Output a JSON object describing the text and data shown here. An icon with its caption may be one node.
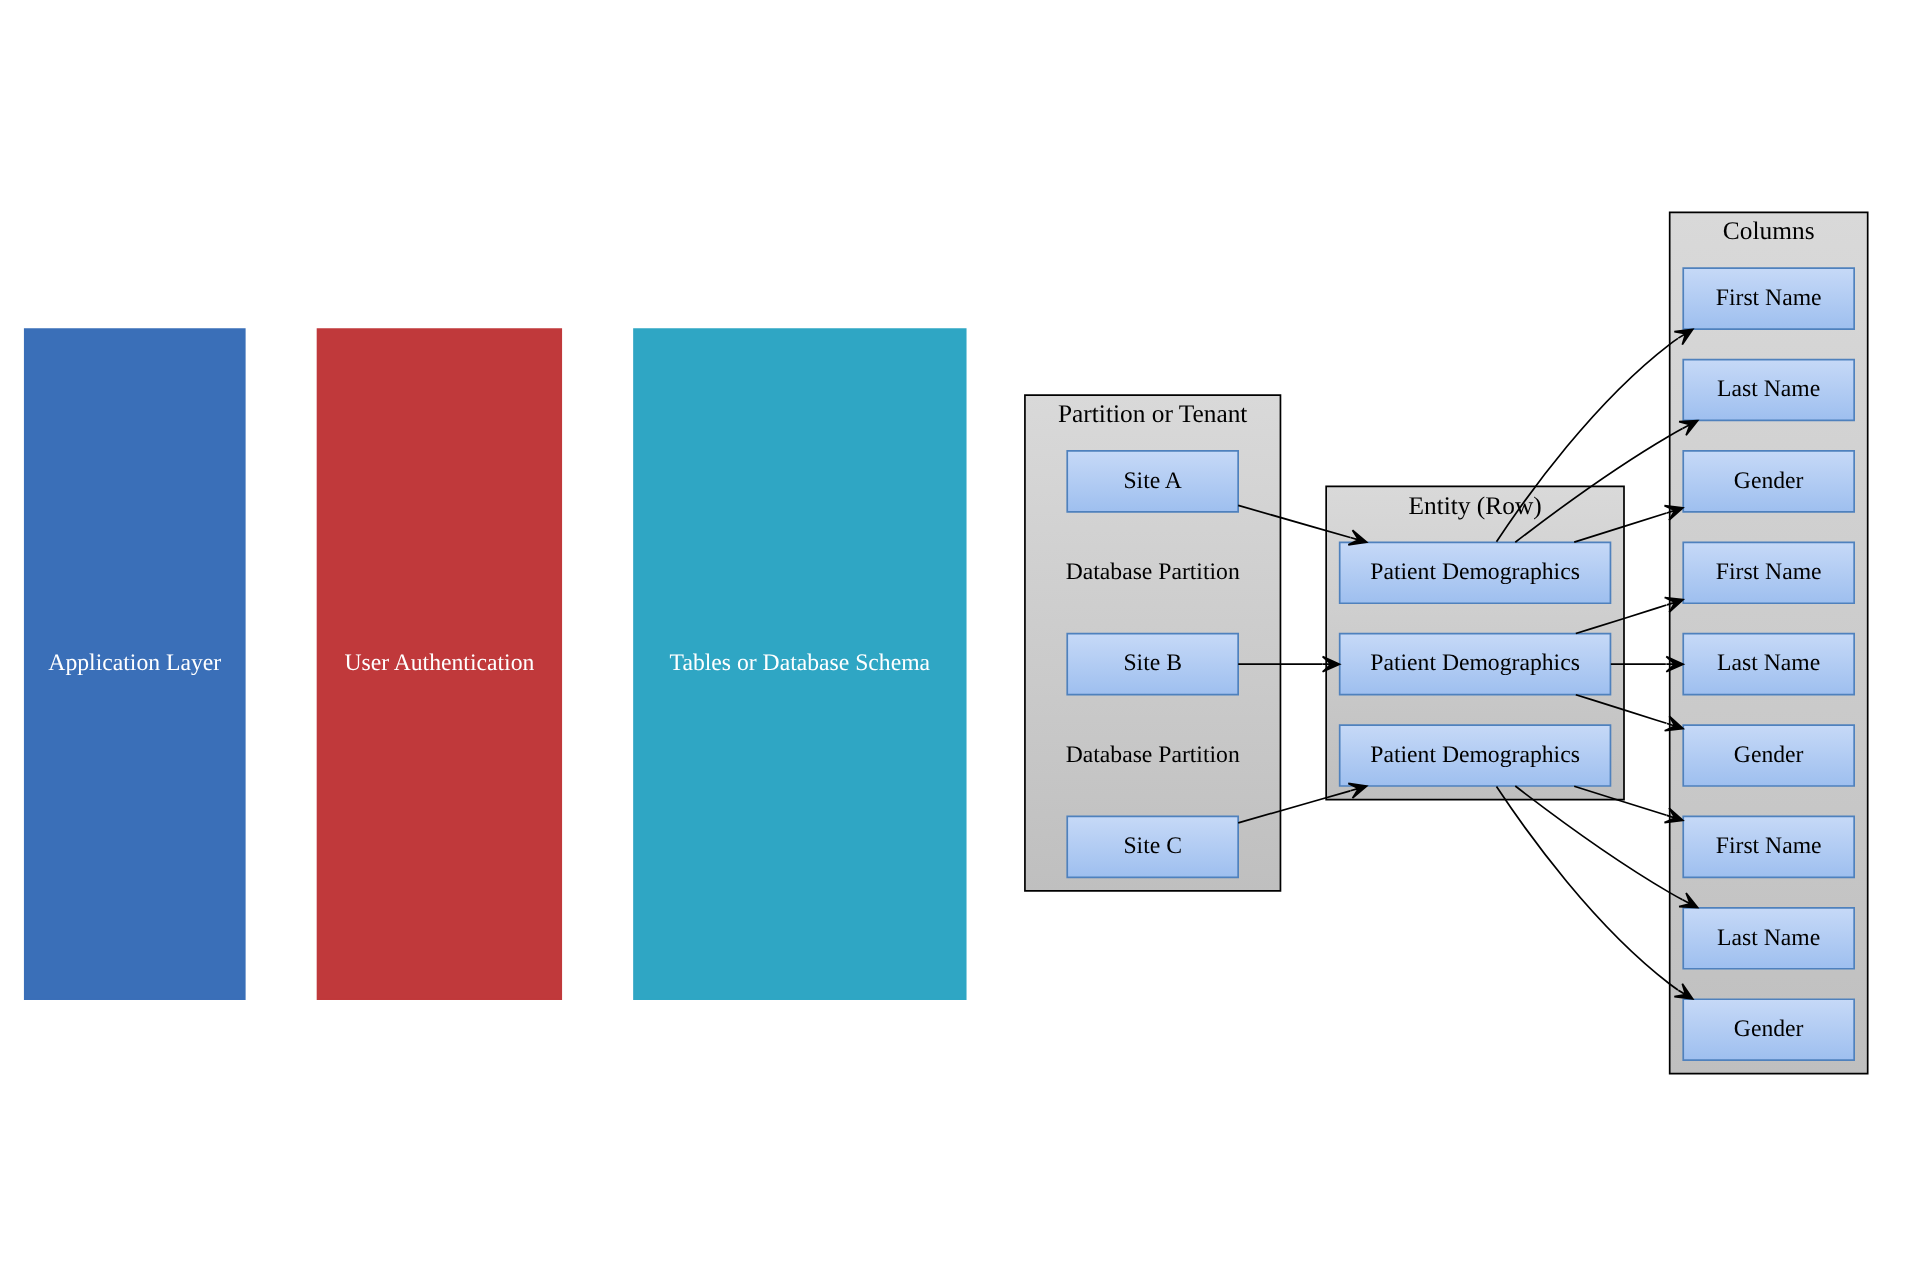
{
  "diagram": {
    "nodes": [
      {
        "text": [
          "Application Layer"
        ]
      },
      {
        "text": [
          "User Authentication"
        ]
      },
      {
        "text": [
          "Tables or Database Schema"
        ]
      },
      {
        "text": [
          "Partition or Tenant"
        ]
      },
      {
        "text": [
          "Entity (Row)"
        ]
      },
      {
        "text": [
          "Columns"
        ]
      },
      {
        "text": [
          "Site A"
        ],
        "in": 3
      },
      {
        "text": [
          "Patient Demographics"
        ],
        "in": 4
      },
      {
        "text": [
          "First Name"
        ],
        "in": 5
      },
      {
        "text": [
          "Last Name"
        ],
        "in": 5
      },
      {
        "text": [
          "Gender"
        ],
        "in": 5
      },
      {
        "text": [
          "Site B"
        ],
        "in": 3
      },
      {
        "text": [
          "Patient Demographics"
        ],
        "in": 4
      },
      {
        "text": [
          "First Name"
        ],
        "in": 5
      },
      {
        "text": [
          "Last Name"
        ],
        "in": 5
      },
      {
        "text": [
          "Gender"
        ],
        "in": 5
      },
      {
        "text": [
          "Site C"
        ],
        "in": 3
      },
      {
        "text": [
          "Patient Demographics"
        ],
        "in": 4
      },
      {
        "text": [
          "First Name"
        ],
        "in": 5
      },
      {
        "text": [
          "Last Name"
        ],
        "in": 5
      },
      {
        "text": [
          "Gender"
        ],
        "in": 5
      }
    ],
    "edges": [
      {
        "from": 6,
        "to": 7,
        "arrow": "to"
      },
      {
        "from": 7,
        "to": 8,
        "arrow": "to"
      },
      {
        "from": 7,
        "to": 9,
        "arrow": "to"
      },
      {
        "from": 7,
        "to": 10,
        "arrow": "to"
      },
      {
        "from": 11,
        "to": 12,
        "arrow": "to"
      },
      {
        "from": 12,
        "to": 13,
        "arrow": "to"
      },
      {
        "from": 12,
        "to": 14,
        "arrow": "to"
      },
      {
        "from": 12,
        "to": 15,
        "arrow": "to"
      },
      {
        "from": 16,
        "to": 17,
        "arrow": "to"
      },
      {
        "from": 17,
        "to": 18,
        "arrow": "to"
      },
      {
        "from": 17,
        "to": 19,
        "arrow": "to"
      },
      {
        "from": 17,
        "to": 20,
        "arrow": "to"
      }
    ],
    "labels": [
      "Database Partition",
      "Database Partition"
    ]
  }
}
